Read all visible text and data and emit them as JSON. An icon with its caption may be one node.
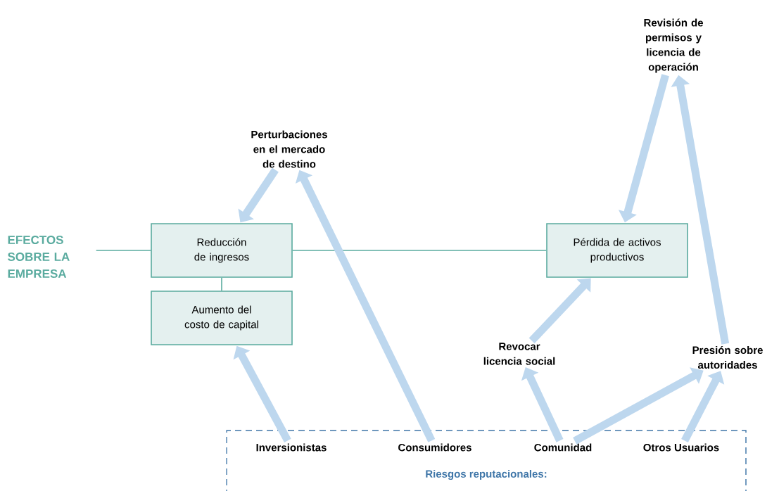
{
  "diagram": {
    "nodes": [
      {
        "text": [
          "EFECTOS SOBRE LA EMPRESA"
        ]
      },
      {
        "text": [
          "Perturbaciones en el mercado de destino"
        ]
      },
      {
        "text": [
          "Revisión de permisos y licencia de operación"
        ]
      },
      {
        "text": [
          "Reducción de ingresos"
        ]
      },
      {
        "text": [
          "Pérdida de activos productivos"
        ]
      },
      {
        "text": [
          "Aumento del costo de capital"
        ]
      },
      {
        "text": [
          "Revocar licencia social"
        ]
      },
      {
        "text": [
          "Presión sobre autoridades"
        ]
      },
      {
        "text": [
          "Riesgos reputacionales:"
        ]
      },
      {
        "text": [
          "Inversionistas"
        ],
        "in": 8
      },
      {
        "text": [
          "Consumidores"
        ],
        "in": 8
      },
      {
        "text": [
          "Comunidad"
        ],
        "in": 8
      },
      {
        "text": [
          "Otros Usuarios"
        ],
        "in": 8
      }
    ],
    "edges": [
      {
        "from": 0,
        "to": 3,
        "arrow": "none",
        "color": "#5aab9f"
      },
      {
        "from": 3,
        "to": 4,
        "arrow": "none",
        "color": "#5aab9f"
      },
      {
        "from": 3,
        "to": 5,
        "arrow": "none",
        "color": "#5aab9f"
      },
      {
        "from": 1,
        "to": 3,
        "arrow": "to"
      },
      {
        "from": 10,
        "to": 1,
        "arrow": "to"
      },
      {
        "from": 2,
        "to": 4,
        "arrow": "to"
      },
      {
        "from": 7,
        "to": 2,
        "arrow": "to"
      },
      {
        "from": 6,
        "to": 4,
        "arrow": "to"
      },
      {
        "from": 9,
        "to": 5,
        "arrow": "to"
      },
      {
        "from": 11,
        "to": 6,
        "arrow": "to"
      },
      {
        "from": 11,
        "to": 7,
        "arrow": "to"
      },
      {
        "from": 12,
        "to": 7,
        "arrow": "to"
      }
    ]
  }
}
